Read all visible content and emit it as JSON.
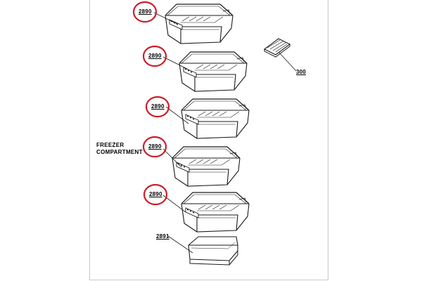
{
  "compartment_label": {
    "line1": "FREEZER",
    "line2": "COMPARTMENT"
  },
  "parts": [
    {
      "number": "2890",
      "highlighted": true
    },
    {
      "number": "2890",
      "highlighted": true
    },
    {
      "number": "2890",
      "highlighted": true
    },
    {
      "number": "2890",
      "highlighted": true
    },
    {
      "number": "2890",
      "highlighted": true
    },
    {
      "number": "2891",
      "highlighted": false
    },
    {
      "number": "300",
      "highlighted": false
    }
  ],
  "colors": {
    "highlight_circle": "#cc1f2a",
    "line_art": "#1a1a1a",
    "frame": "#c9c9c9"
  }
}
